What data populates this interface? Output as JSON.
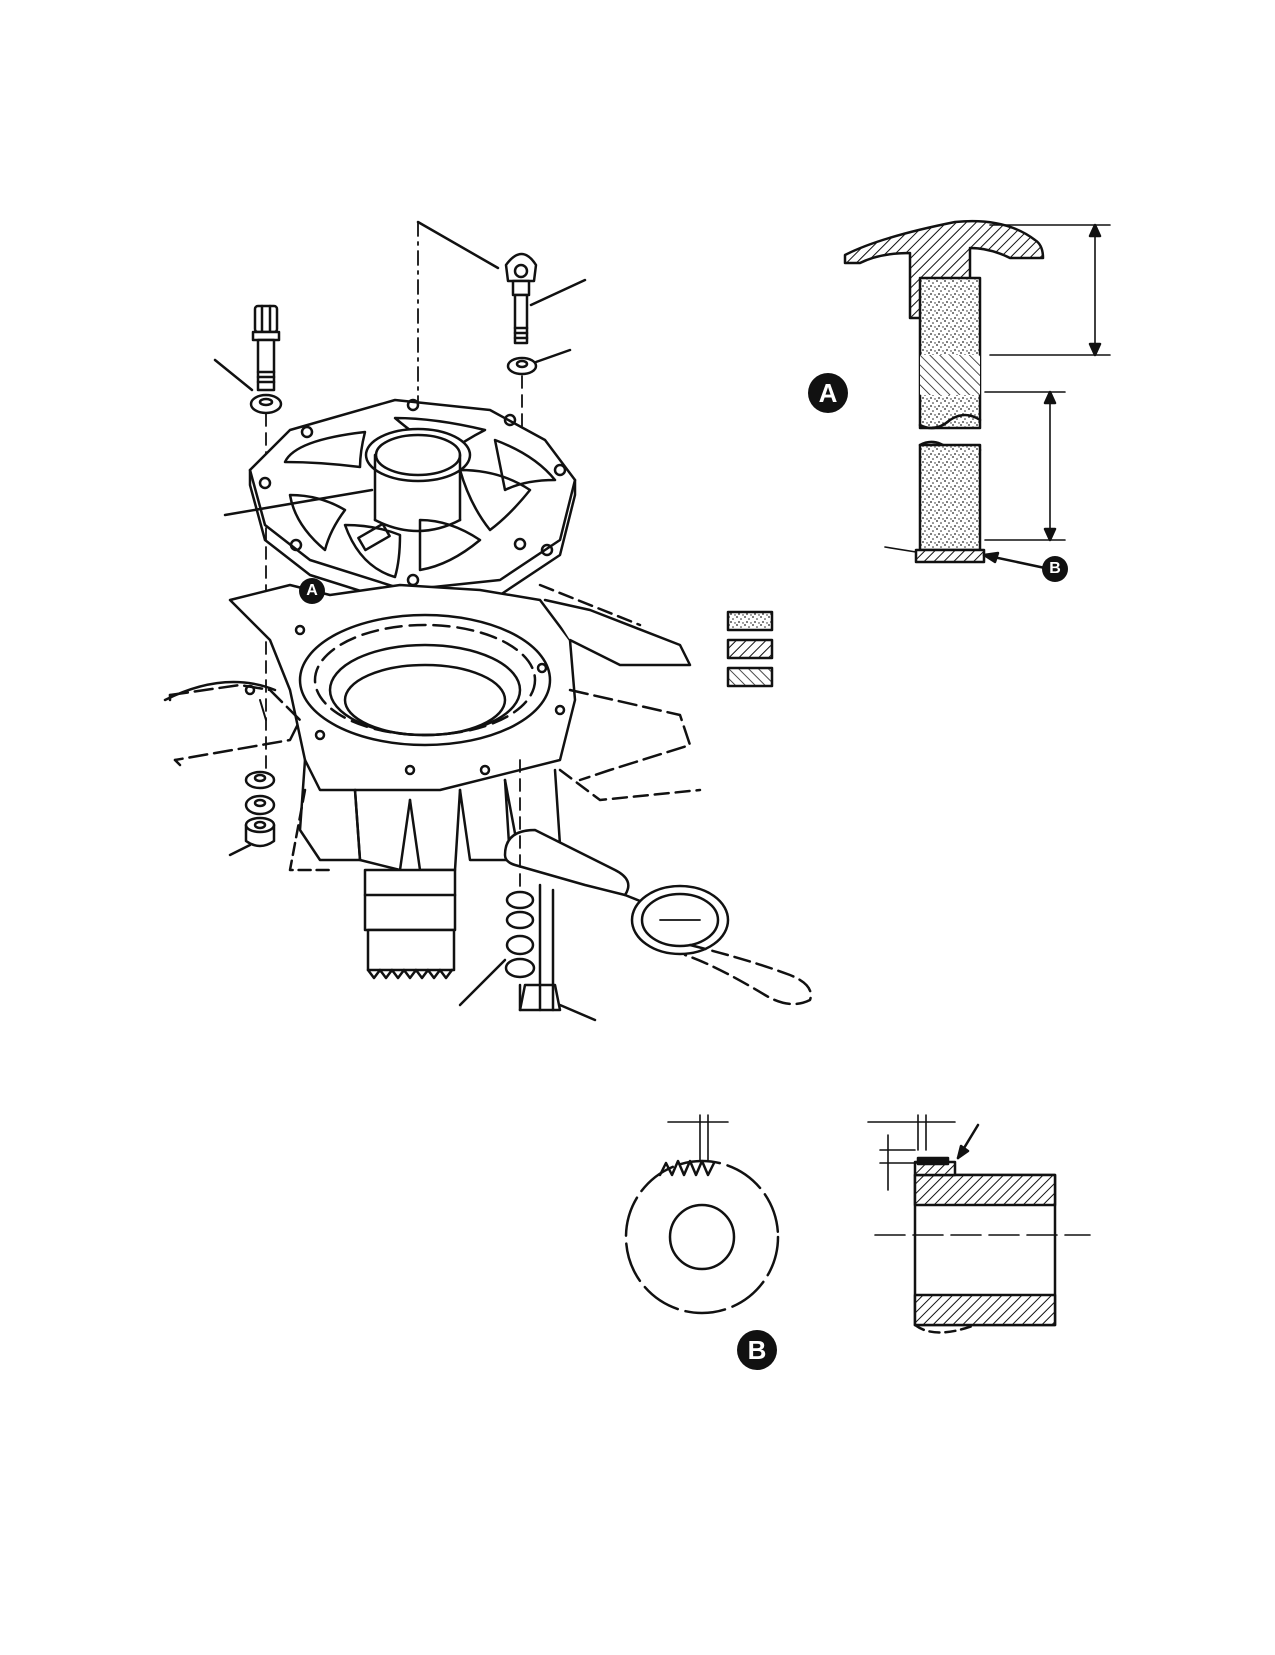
{
  "callouts": {
    "a_main": "A",
    "a_detail": "A",
    "b_small": "B",
    "b_detail": "B"
  },
  "colors": {
    "ink": "#111111",
    "paper": "#ffffff",
    "stipple": "#555555"
  },
  "icons": {
    "legend_1": "stipple-swatch",
    "legend_2": "diagonal-hatch-swatch",
    "legend_3": "reverse-hatch-swatch"
  }
}
